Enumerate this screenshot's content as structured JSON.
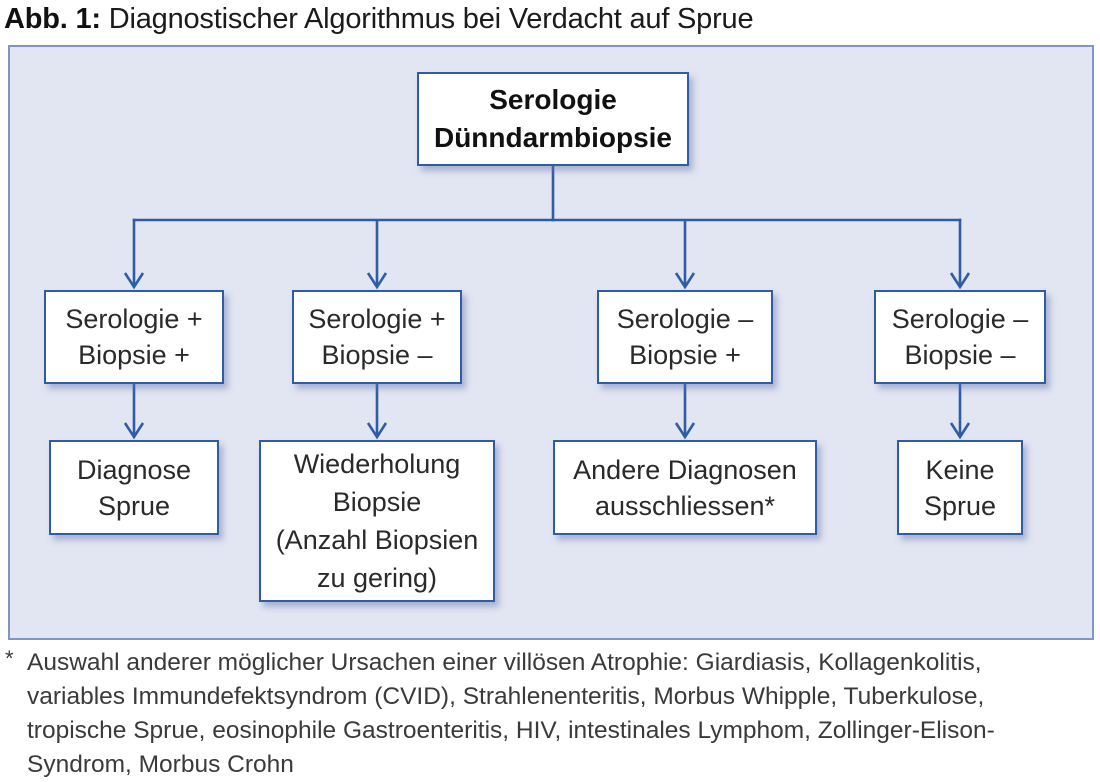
{
  "title": {
    "label_bold": "Abb. 1:",
    "label_rest": " Diagnostischer Algorithmus bei Verdacht auf Sprue"
  },
  "colors": {
    "line_blue": "#2e5da6",
    "panel_border": "#8094c6",
    "panel_background": "#e2e5f2",
    "box_background": "#ffffff",
    "text": "#2a2a2a"
  },
  "chart_data": {
    "type": "flowchart",
    "root": {
      "line1": "Serologie",
      "line2": "Dünndarmbiopsie"
    },
    "branches": [
      {
        "condition_line1": "Serologie +",
        "condition_line2": "Biopsie +",
        "outcome_line1": "Diagnose",
        "outcome_line2": "Sprue"
      },
      {
        "condition_line1": "Serologie +",
        "condition_line2": "Biopsie –",
        "outcome_line1": "Wiederholung",
        "outcome_line2": "Biopsie",
        "outcome_line3": "(Anzahl Biopsien",
        "outcome_line4": "zu gering)"
      },
      {
        "condition_line1": "Serologie –",
        "condition_line2": "Biopsie +",
        "outcome_line1": "Andere Diagnosen",
        "outcome_line2": "ausschliessen*"
      },
      {
        "condition_line1": "Serologie –",
        "condition_line2": "Biopsie –",
        "outcome_line1": "Keine",
        "outcome_line2": "Sprue"
      }
    ]
  },
  "footnote": {
    "marker": "*",
    "lines": {
      "0": "Auswahl anderer möglicher Ursachen einer villösen Atrophie: Giardiasis, Kollagenkolitis,",
      "1": "variables Immundefektsyndrom (CVID), Strahlenenteritis, Morbus Whipple, Tuberkulose,",
      "2": "tropische Sprue, eosinophile Gastroenteritis, HIV, intestinales Lymphom, Zollinger-Elison-",
      "3": "Syndrom, Morbus Crohn"
    }
  }
}
